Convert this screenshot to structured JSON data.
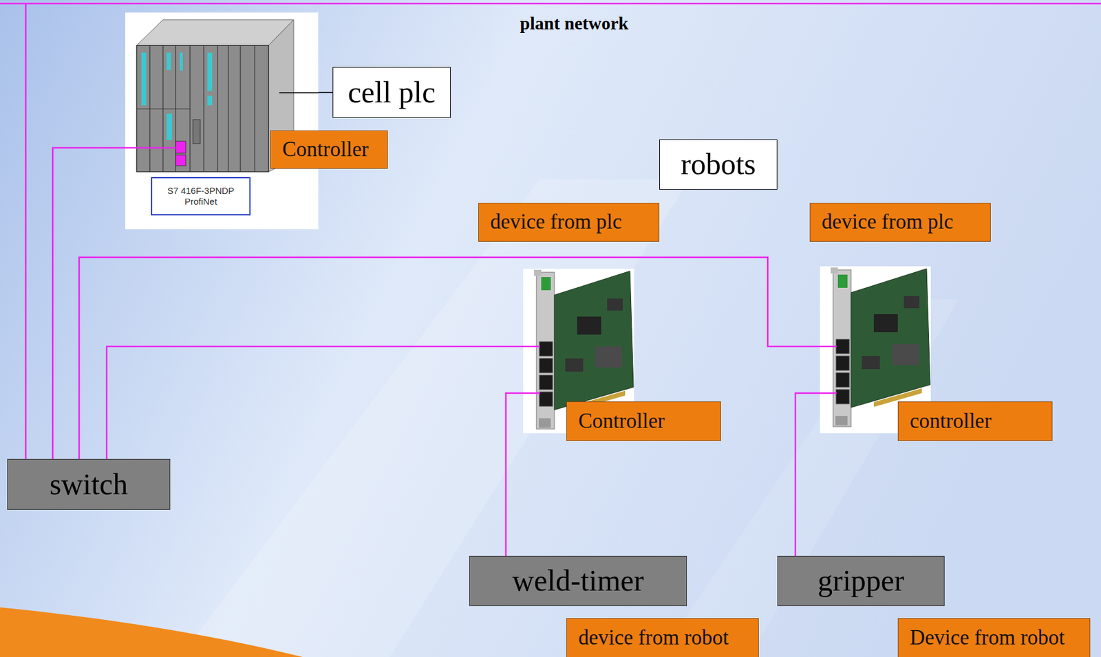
{
  "diagram": {
    "nodes": [
      {
        "text": [
          "S7 416F-3PNDP ProfiNet"
        ]
      },
      {
        "text": [
          "cell plc"
        ]
      },
      {
        "text": [
          "Controller"
        ]
      },
      {
        "text": [
          "robots"
        ]
      },
      {
        "text": [
          "device from plc"
        ]
      },
      {
        "text": [
          "device from plc"
        ]
      },
      {
        "text": [
          "Controller"
        ]
      },
      {
        "text": [
          "controller"
        ]
      },
      {
        "text": [
          "switch"
        ]
      },
      {
        "text": [
          "weld-timer"
        ]
      },
      {
        "text": [
          "gripper"
        ]
      },
      {
        "text": [
          "device from robot"
        ]
      },
      {
        "text": [
          "Device from robot"
        ]
      }
    ],
    "edges": [
      {
        "from": 1,
        "to": 0,
        "arrow": "none"
      },
      {
        "from": 8,
        "to": 0,
        "arrow": "none"
      }
    ],
    "labels": [
      "plant network"
    ]
  }
}
